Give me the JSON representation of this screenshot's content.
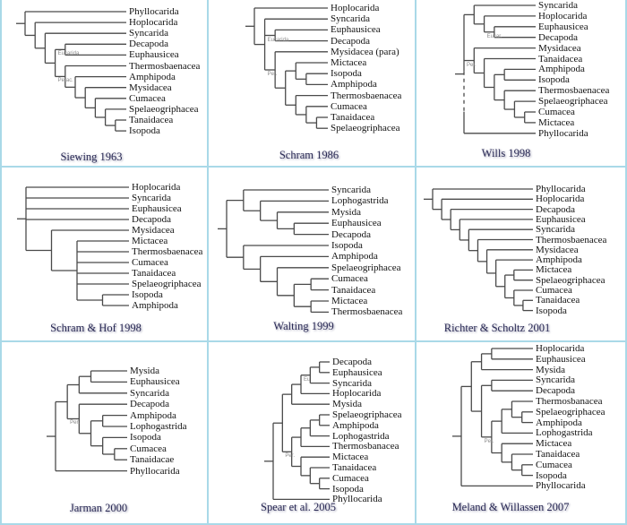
{
  "panels": [
    {
      "caption": "Siewing 1963",
      "tree": [
        "Phyllocarida",
        [
          "Hoplocarida",
          [
            "Syncarida",
            [
              {
                "label": "Eucarida",
                "children": [
                  "Decapoda",
                  "Euphausicea"
                ]
              },
              {
                "label": "Perac.",
                "children": [
                  "Thermosbaenacea",
                  [
                    "Amphipoda",
                    [
                      "Mysidacea",
                      [
                        "Cumacea",
                        [
                          "Spelaeogriphacea",
                          [
                            "Tanaidacea",
                            "Isopoda"
                          ]
                        ]
                      ]
                    ]
                  ]
                ]
              }
            ]
          ]
        ]
      ]
    },
    {
      "caption": "Schram 1986",
      "tree": [
        "Hoplocarida",
        [
          "Syncarida",
          {
            "label": "Eucarida",
            "children": [
              "Euphausicea",
              "Decapoda"
            ]
          },
          {
            "label": "Per.",
            "children": [
              "Mysidacea (para)",
              [
                [
                  "Mictacea",
                  [
                    "Isopoda",
                    "Amphipoda"
                  ]
                ],
                [
                  "Thermosbaenacea",
                  [
                    "Cumacea",
                    [
                      "Tanaidacea",
                      "Spelaeogriphacea"
                    ]
                  ]
                ]
              ]
            ]
          }
        ]
      ]
    },
    {
      "caption": "Wills 1998",
      "dashed_leaf": "Phyllocarida",
      "tree": [
        [
          "Syncarida",
          [
            "Hoplocarida",
            {
              "label": "Eucar.",
              "children": [
                "Euphausicea",
                "Decapoda"
              ]
            }
          ]
        ],
        {
          "label": "Per.",
          "children": [
            "Mysidacea",
            [
              "Tanaidacea",
              [
                [
                  "Amphipoda",
                  "Isopoda"
                ],
                [
                  "Thermosbaenacea",
                  [
                    "Spelaeogriphacea",
                    [
                      "Cumacea",
                      "Mictacea"
                    ]
                  ]
                ]
              ]
            ]
          ]
        },
        "Phyllocarida"
      ]
    },
    {
      "caption": "Schram & Hof 1998",
      "tree": [
        "Hoplocarida",
        "Syncarida",
        "Euphausicea",
        "Decapoda",
        [
          "Mysidacea",
          [
            "Mictacea",
            "Thermosbaenacea",
            "Cumacea",
            "Tanaidacea",
            "Spelaeogriphacea",
            [
              "Isopoda",
              "Amphipoda"
            ]
          ]
        ]
      ]
    },
    {
      "caption": "Walting 1999",
      "tree": [
        [
          "Syncarida",
          [
            "Lophogastrida",
            [
              "Mysida",
              [
                "Euphausicea",
                "Decapoda"
              ]
            ]
          ]
        ],
        [
          "Isopoda",
          [
            "Amphipoda",
            [
              "Spelaeogriphacea",
              [
                [
                  "Cumacea",
                  "Tanaidacea"
                ],
                [
                  "Mictacea",
                  "Thermosbaenacea"
                ]
              ]
            ]
          ]
        ]
      ]
    },
    {
      "caption": "Richter & Scholtz 2001",
      "tree": [
        "Phyllocarida",
        [
          "Hoplocarida",
          [
            "Decapoda",
            [
              "Euphausicea",
              [
                "Syncarida",
                [
                  "Thermosbaenacea",
                  [
                    "Mysidacea",
                    [
                      "Amphipoda",
                      [
                        [
                          "Mictacea",
                          "Spelaeogriphacea"
                        ],
                        [
                          "Cumacea",
                          [
                            "Tanaidacea",
                            "Isopoda"
                          ]
                        ]
                      ]
                    ]
                  ]
                ]
              ]
            ]
          ]
        ]
      ]
    },
    {
      "caption": "Jarman 2000",
      "tree": [
        [
          [
            [
              "Mysida",
              "Euphausicea"
            ],
            "Syncarida"
          ],
          {
            "label": "Per.",
            "children": [
              "Decapoda",
              [
                [
                  "Amphipoda",
                  "Lophogastrida"
                ],
                [
                  "Isopoda",
                  [
                    "Cumacea",
                    "Tanaidacae"
                  ]
                ]
              ]
            ]
          }
        ],
        "Phyllocarida"
      ]
    },
    {
      "caption": "Spear et al. 2005",
      "tree": [
        [
          [
            [
              {
                "label": "Eu",
                "children": [
                  [
                    "Decapoda",
                    "Euphausicea"
                  ],
                  "Syncarida"
                ]
              },
              "Hoplocarida"
            ],
            "Mysida"
          ],
          {
            "label": "Per.",
            "children": [
              [
                [
                  [
                    "Spelaeogriphacea",
                    "Amphipoda"
                  ],
                  "Lophogastrida"
                ],
                "Thermosbanacea"
              ],
              [
                "Mictacea",
                [
                  "Tanaidacea",
                  [
                    "Cumacea",
                    "Isopoda"
                  ]
                ]
              ]
            ]
          }
        ],
        "Phyllocarida"
      ]
    },
    {
      "caption": "Meland & Willassen 2007",
      "tree": [
        [
          [
            [
              "Hoplocarida",
              "Euphausicea"
            ],
            "Mysida"
          ],
          [
            [
              "Syncarida",
              "Decapoda"
            ],
            {
              "label": "Per.",
              "children": [
                [
                  [
                    "Thermosbanacea",
                    [
                      "Spelaeogriphacea",
                      "Amphipoda"
                    ]
                  ],
                  "Lophogastrida"
                ],
                [
                  "Mictacea",
                  [
                    "Tanaidacea",
                    [
                      "Cumacea",
                      "Isopoda"
                    ]
                  ]
                ]
              ]
            }
          ]
        ],
        "Phyllocarida"
      ]
    }
  ]
}
